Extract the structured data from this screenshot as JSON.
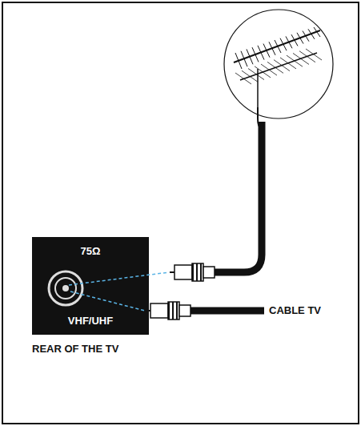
{
  "diagram": {
    "nodes": [
      {
        "text": [
          "75Ω",
          "VHF/UHF"
        ]
      }
    ],
    "labels": [
      "CABLE TV",
      "REAR OF THE TV"
    ]
  }
}
